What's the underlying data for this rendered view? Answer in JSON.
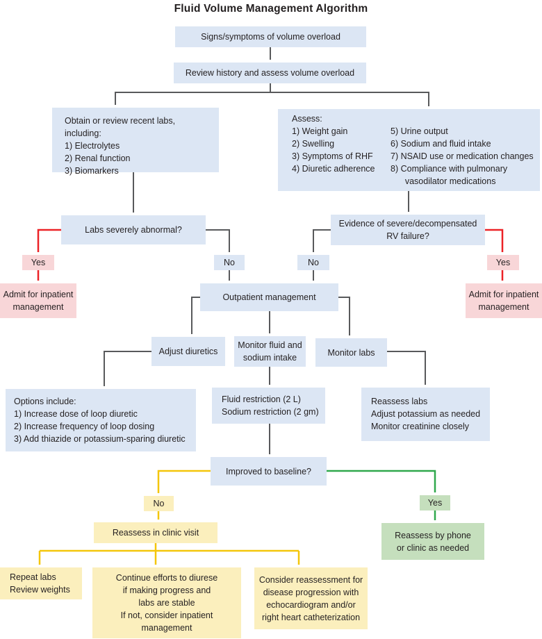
{
  "title": "Fluid Volume Management Algorithm",
  "colors": {
    "text": "#231f20",
    "box_blue": "#dce6f4",
    "box_pink": "#f8d6d8",
    "box_yellow": "#fbefbd",
    "box_green": "#c5dfbd",
    "arrow_gray": "#58595b",
    "arrow_red": "#ec2227",
    "arrow_yellow": "#f4c60a",
    "arrow_green": "#2fa84c"
  },
  "labels": {
    "yes": "Yes",
    "no": "No"
  },
  "flow": {
    "start": "Signs/symptoms of volume overload",
    "review": "Review history and assess volume overload",
    "obtain_labs": [
      "Obtain or review recent labs, including:",
      "1) Electrolytes",
      "2) Renal function",
      "3) Biomarkers"
    ],
    "assess": {
      "title": "Assess:",
      "col1": [
        "1) Weight gain",
        "2) Swelling",
        "3) Symptoms of RHF",
        "4) Diuretic adherence"
      ],
      "col2": [
        "5) Urine output",
        "6) Sodium and fluid intake",
        "7) NSAID use or medication changes",
        "8) Compliance with pulmonary",
        "      vasodilator medications"
      ]
    },
    "labs_decision": "Labs severely abnormal?",
    "rv_decision": "Evidence of severe/decompensated\nRV failure?",
    "admit": "Admit for inpatient\nmanagement",
    "outpatient": "Outpatient management",
    "adjust_diuretics": "Adjust diuretics",
    "monitor_fluid": "Monitor fluid and\nsodium intake",
    "monitor_labs": "Monitor labs",
    "options": [
      "Options include:",
      "1) Increase dose of loop diuretic",
      "2) Increase frequency of loop dosing",
      "3) Add thiazide or potassium-sparing diuretic"
    ],
    "restriction": [
      "Fluid restriction (2 L)",
      "Sodium restriction (2 gm)"
    ],
    "reassess_labs": [
      "Reassess labs",
      "Adjust potassium as needed",
      "Monitor creatinine closely"
    ],
    "improved": "Improved to baseline?",
    "reassess_clinic": "Reassess in clinic visit",
    "reassess_phone": "Reassess by phone\nor clinic as needed",
    "repeat_labs": [
      "Repeat labs",
      "Review weights"
    ],
    "continue_efforts": "Continue efforts to diurese\nif making progress and\nlabs are stable\nIf not, consider inpatient\nmanagement",
    "consider_reassessment": "Consider reassessment for\ndisease progression with\nechocardiogram and/or\nright heart catheterization"
  }
}
